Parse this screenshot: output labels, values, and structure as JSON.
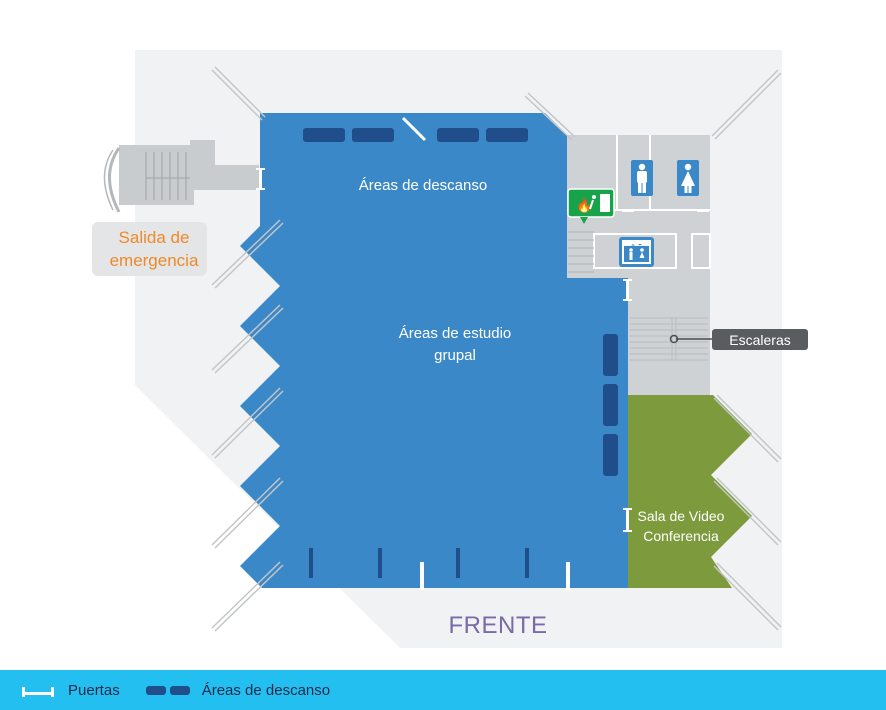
{
  "map": {
    "rest_area_label": "Áreas de descanso",
    "study_area_label_line1": "Áreas de estudio",
    "study_area_label_line2": "grupal",
    "emergency_exit_line1": "Salida de",
    "emergency_exit_line2": "emergencia",
    "stairs_label": "Escaleras",
    "video_room_line1": "Sala de Video",
    "video_room_line2": "Conferencia",
    "front_label": "FRENTE"
  },
  "legend": {
    "doors_label": "Puertas",
    "rest_areas_label": "Áreas de descanso"
  },
  "colors": {
    "study_area": "#3a88c8",
    "rest_blocks": "#1f4e8a",
    "video_room": "#7d9a3c",
    "service_rooms": "#cfd2d5",
    "exit_sign": "#16a34a",
    "legend_bar": "#23bff0",
    "emergency_text": "#ee8a2a",
    "front_text": "#7a6aa8"
  },
  "icons": [
    "exit-sign-icon",
    "man-icon",
    "woman-icon",
    "elevator-icon",
    "door-icon",
    "rest-area-icon"
  ]
}
